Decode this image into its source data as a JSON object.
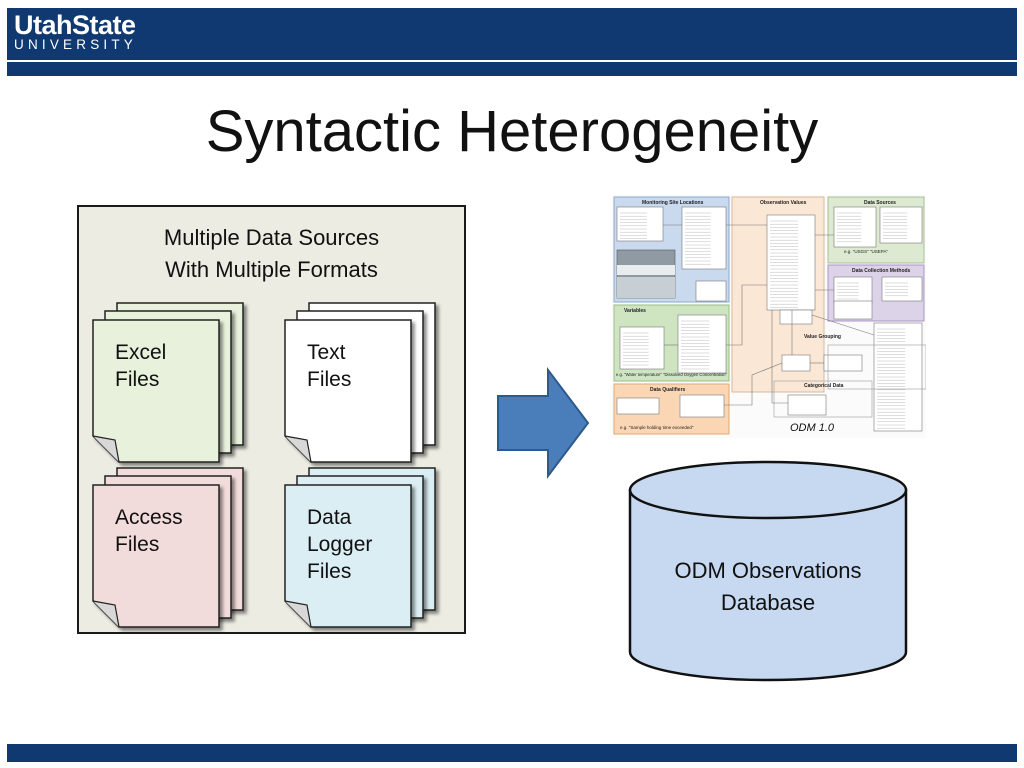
{
  "logo": {
    "line1": "UtahState",
    "line2": "UNIVERSITY"
  },
  "slide": {
    "title": "Syntactic Heterogeneity"
  },
  "sources": {
    "heading_line1": "Multiple Data Sources",
    "heading_line2": "With Multiple Formats",
    "items": [
      {
        "line1": "Excel",
        "line2": "Files",
        "line3": "",
        "color": "#e8f1dc"
      },
      {
        "line1": "Text",
        "line2": "Files",
        "line3": "",
        "color": "#ffffff"
      },
      {
        "line1": "Access",
        "line2": "Files",
        "line3": "",
        "color": "#f1dcdb"
      },
      {
        "line1": "Data",
        "line2": "Logger",
        "line3": "Files",
        "color": "#dbeef4"
      }
    ]
  },
  "odm": {
    "caption": "ODM 1.0",
    "sections": {
      "monitoring": "Monitoring Site Locations",
      "observation": "Observation Values",
      "sources": "Data Sources",
      "collection": "Data Collection Methods",
      "variables": "Variables",
      "grouping": "Value Grouping",
      "categorical": "Categorical Data",
      "qualifiers": "Data Qualifiers"
    },
    "notes": {
      "usgs": "e.g. \"USGS\" \"USEPA\"",
      "water": "e.g. \"Water temperature\" \"Dissolved Oxygen Concentration\"",
      "sample": "e.g. \"Sample holding time exceeded\""
    }
  },
  "database": {
    "line1": "ODM Observations",
    "line2": "Database"
  },
  "colors": {
    "brand": "#0f3970",
    "arrow": "#4a7ebb",
    "cylinder": "#c6d9f1",
    "monitoring": "#c9d9ee",
    "observation": "#fbe7d5",
    "sources": "#dde9d0",
    "collection": "#ddd3e8",
    "variables": "#cfe5c2",
    "qualifiers": "#fbd6b4"
  }
}
